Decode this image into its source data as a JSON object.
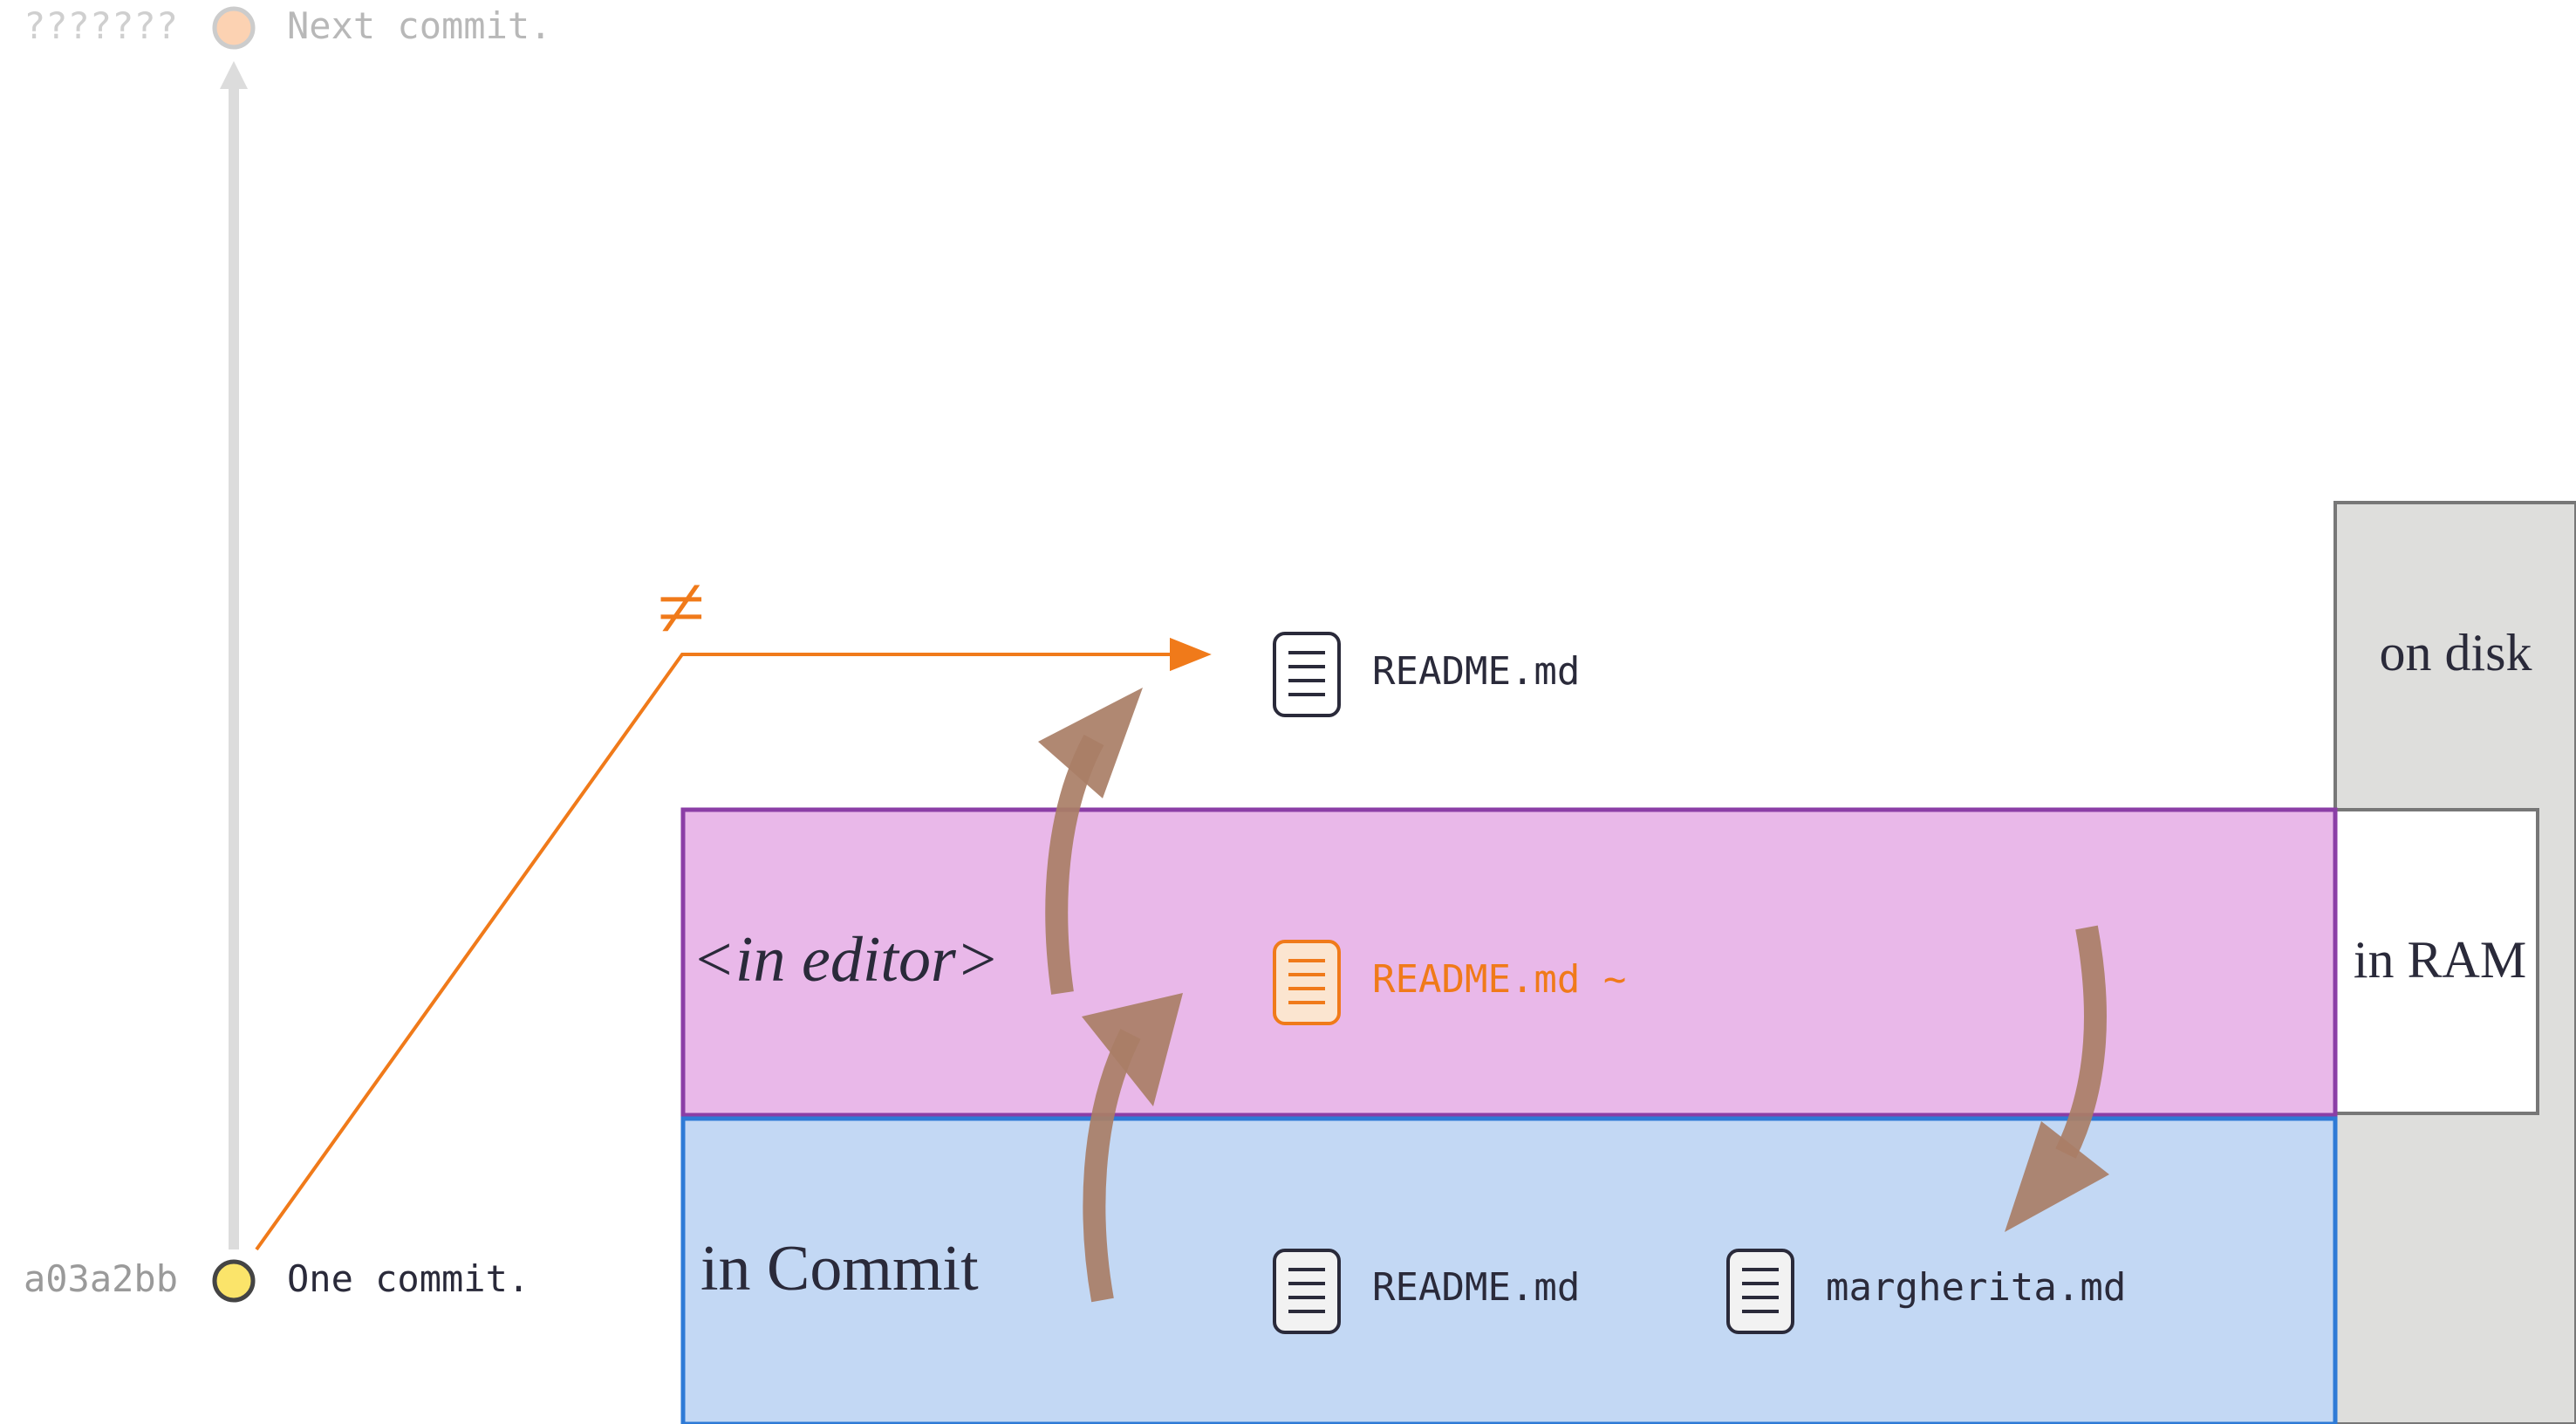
{
  "commits": {
    "next": {
      "hash": "???????",
      "message": "Next commit."
    },
    "current": {
      "hash": "a03a2bb",
      "message": "One commit."
    }
  },
  "relation": {
    "symbol": "≠"
  },
  "zones": {
    "editor": {
      "label": "<in editor>"
    },
    "commit": {
      "label": "in Commit"
    },
    "disk": {
      "label": "on disk"
    },
    "ram": {
      "label": "in RAM"
    }
  },
  "files": {
    "disk_readme": "README.md",
    "editor_readme": "README.md ~",
    "commit_readme": "README.md",
    "commit_margherita": "margherita.md"
  },
  "colors": {
    "orange": "#f07a1a",
    "commit_fill": "#fbe46a",
    "next_fill": "#fcd2b2",
    "editor_fill": "#e9b8e9",
    "editor_border": "#8b3ea6",
    "commit_zone_fill": "#c3d8f4",
    "commit_zone_border": "#2e7ad6",
    "disk_fill": "#dededc",
    "arrow_brown": "#a97e66",
    "text_dark": "#2a2a3a"
  }
}
